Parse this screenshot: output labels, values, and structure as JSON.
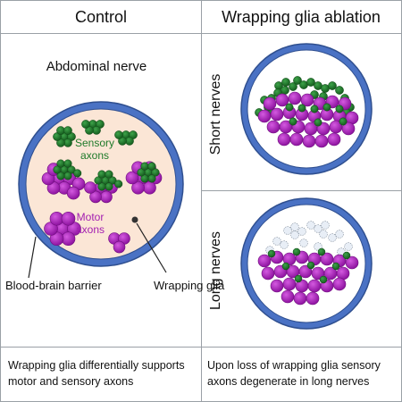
{
  "headers": {
    "control": "Control",
    "ablation": "Wrapping glia ablation"
  },
  "control_panel": {
    "nerve_title": "Abdominal nerve",
    "sensory_label_1": "Sensory",
    "sensory_label_2": "axons",
    "motor_label_1": "Motor",
    "motor_label_2": "axons",
    "bbb_label": "Blood-brain barrier",
    "glia_label": "Wrapping glia"
  },
  "ablation_panel": {
    "short_label": "Short nerves",
    "long_label": "Long nerves"
  },
  "captions": {
    "left_line1": "Wrapping glia differentially supports",
    "left_line2": "motor and sensory axons",
    "right_line1": "Upon loss of wrapping glia sensory",
    "right_line2": "axons degenerate in long nerves"
  },
  "colors": {
    "nerve_fill": "#fbe6d6",
    "barrier_ring": "#4a72c4",
    "barrier_dark": "#2f4f8f",
    "sensory_axon": "#1f7a2a",
    "motor_axon": "#a31fb0",
    "degenerated_axon": "#e8eef6"
  }
}
